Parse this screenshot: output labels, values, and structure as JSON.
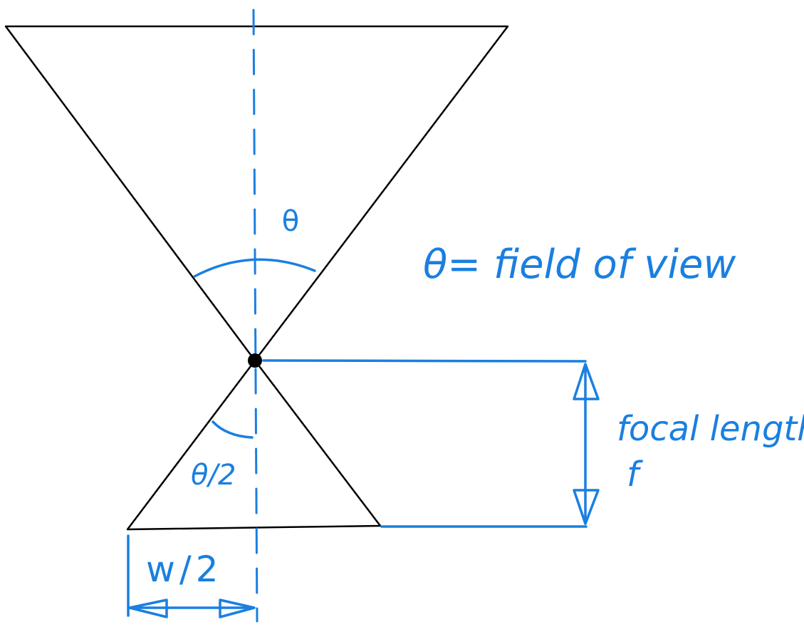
{
  "diagram": {
    "labels": {
      "theta": "θ",
      "fov_definition": "θ= field of view",
      "half_theta": "θ/2",
      "focal_length_line1": "focal length",
      "focal_length_line2": "f",
      "half_width": "w/2"
    },
    "colors": {
      "ink": "#000000",
      "annotation": "#1a7fe0"
    }
  }
}
